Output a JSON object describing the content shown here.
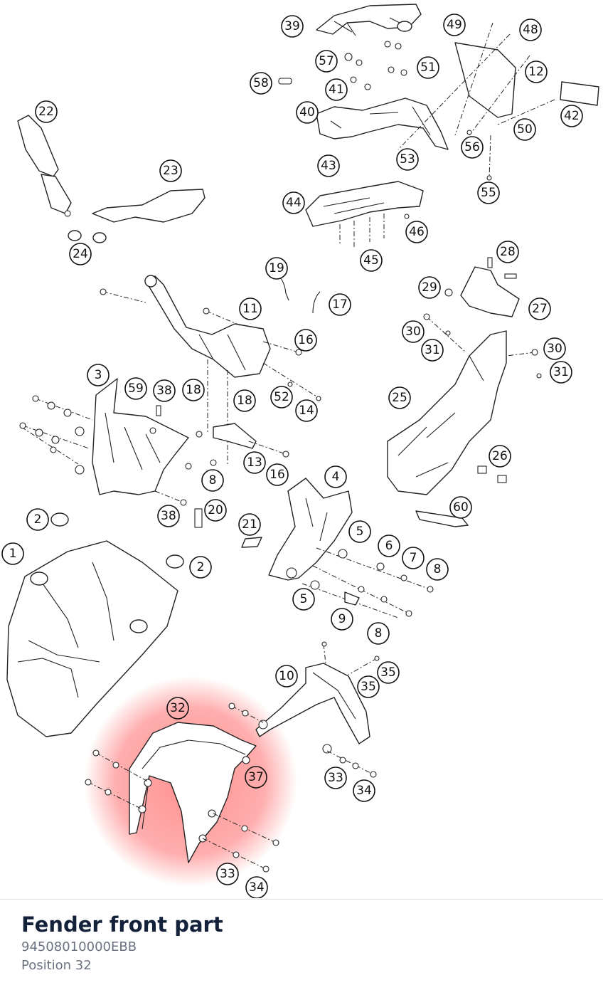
{
  "diagram": {
    "callouts": [
      "1",
      "2",
      "2",
      "3",
      "4",
      "5",
      "5",
      "6",
      "7",
      "8",
      "8",
      "8",
      "9",
      "10",
      "11",
      "12",
      "13",
      "14",
      "16",
      "16",
      "17",
      "18",
      "18",
      "19",
      "20",
      "21",
      "22",
      "23",
      "24",
      "25",
      "26",
      "27",
      "28",
      "29",
      "30",
      "30",
      "31",
      "31",
      "32",
      "33",
      "33",
      "34",
      "34",
      "35",
      "35",
      "37",
      "38",
      "38",
      "39",
      "40",
      "41",
      "42",
      "43",
      "44",
      "45",
      "46",
      "48",
      "49",
      "50",
      "51",
      "52",
      "53",
      "55",
      "56",
      "57",
      "58",
      "59",
      "60"
    ],
    "highlighted_position": "32"
  },
  "selected_part": {
    "name": "Fender front part",
    "number": "94508010000EBB",
    "position": "Position 32"
  },
  "colors": {
    "highlight": "#ff6b6b",
    "title": "#14213a",
    "muted": "#6b7280"
  }
}
